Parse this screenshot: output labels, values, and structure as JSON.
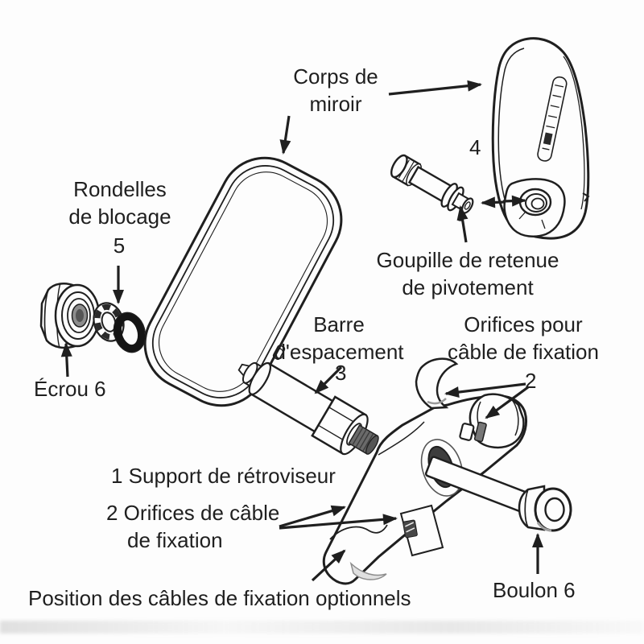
{
  "diagram": {
    "labels": {
      "corps": {
        "lines": [
          "Corps de",
          "miroir"
        ]
      },
      "part4": {
        "number": "4"
      },
      "goupille": {
        "lines": [
          "Goupille de retenue",
          "de pivotement"
        ]
      },
      "rondelles": {
        "lines": [
          "Rondelles",
          "de blocage"
        ],
        "number": "5"
      },
      "ecrou": {
        "text": "Écrou 6"
      },
      "barre": {
        "lines": [
          "Barre",
          "d'espacement"
        ],
        "number": "3"
      },
      "orifices_pour": {
        "lines": [
          "Orifices pour",
          "câble de fixation"
        ],
        "number": "2"
      },
      "support": {
        "text": "1 Support de rétroviseur"
      },
      "orifices_cable": {
        "lines": [
          "2 Orifices de câble",
          "de fixation"
        ]
      },
      "position": {
        "text": "Position des câbles de fixation optionnels"
      },
      "boulon": {
        "text": "Boulon 6"
      }
    },
    "colors": {
      "ink": "#1f1f1f",
      "paper": "#fdfdfd",
      "dark_hole": "#3d3d3d",
      "thread_gray": "#6a6a6a"
    }
  }
}
